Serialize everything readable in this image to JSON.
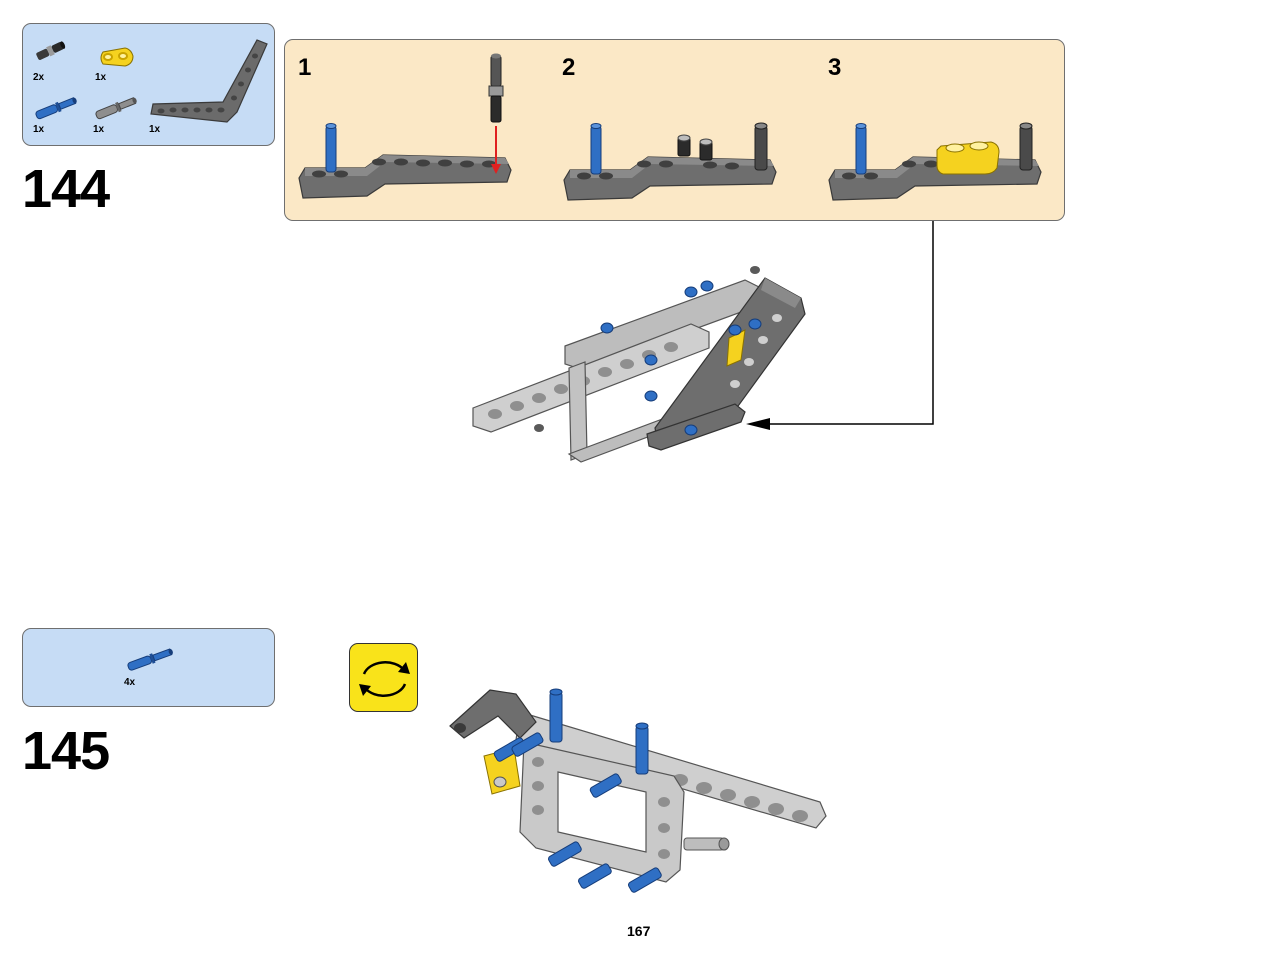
{
  "steps": [
    {
      "number": "144",
      "parts": [
        {
          "icon": "black-pin-with-bush-icon",
          "qty": "2x"
        },
        {
          "icon": "yellow-double-connector-icon",
          "qty": "1x"
        },
        {
          "icon": "blue-axle-pin-icon",
          "qty": "1x"
        },
        {
          "icon": "grey-axle-pin-icon",
          "qty": "1x"
        },
        {
          "icon": "dark-grey-bent-beam-icon",
          "qty": "1x"
        }
      ],
      "substeps": [
        "1",
        "2",
        "3"
      ]
    },
    {
      "number": "145",
      "parts": [
        {
          "icon": "blue-axle-pin-icon",
          "qty": "4x"
        }
      ]
    }
  ],
  "rotate_icon": "rotate-model-icon",
  "page_number": "167",
  "colors": {
    "parts_panel": "#c6dcf5",
    "callout_panel": "#fbe8c6",
    "rotate_badge": "#f9e31a",
    "arrow_red": "#e02020",
    "blue_part": "#2f6fc4",
    "yellow_part": "#f5d21f",
    "dark_grey": "#6b6b6b",
    "light_grey": "#c9c9c9"
  }
}
